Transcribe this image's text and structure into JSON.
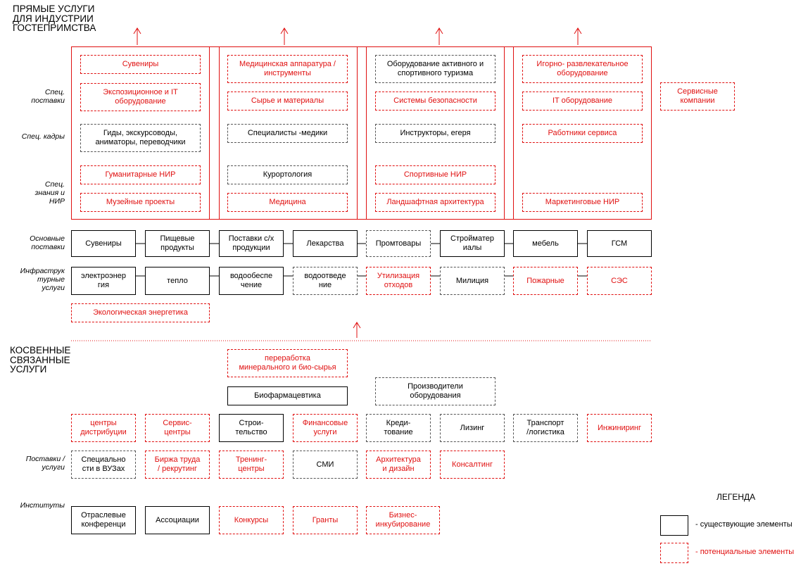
{
  "headers": {
    "direct": "ПРЯМЫЕ УСЛУГИ\nДЛЯ ИНДУСТРИИ\nГОСТЕПРИМСТВА",
    "indirect": "КОСВЕННЫЕ\nСВЯЗАННЫЕ\nУСЛУГИ"
  },
  "row_labels": {
    "spec_supply": "Спец.\nпоставки",
    "spec_staff": "Спец. кадры",
    "spec_knowledge": "Спец.\nзнания и\nНИР",
    "main_supply": "Основные\nпоставки",
    "infra": "Инфраструк\nтурные\nуслуги",
    "supply_services": "Поставки /\nуслуги",
    "institutes": "Институты"
  },
  "direct_columns": [
    {
      "items": [
        {
          "text": "Сувениры",
          "status": "potential"
        },
        {
          "text": "Экспозиционное  и IT\nоборудование",
          "status": "potential"
        },
        {
          "text": "Гиды, экскурсоводы,\nаниматоры,  переводчики",
          "status": "dashed"
        },
        {
          "text": "Гуманитарные НИР",
          "status": "potential"
        },
        {
          "text": "Музейные проекты",
          "status": "potential"
        }
      ]
    },
    {
      "items": [
        {
          "text": "Медицинская аппаратура /\nинструменты",
          "status": "potential"
        },
        {
          "text": "Сырье и материалы",
          "status": "potential"
        },
        {
          "text": "Специалисты -медики",
          "status": "dashed"
        },
        {
          "text": "Курортология",
          "status": "dashed"
        },
        {
          "text": "Медицина",
          "status": "potential"
        }
      ]
    },
    {
      "items": [
        {
          "text": "Оборудование активного и\nспортивного туризма",
          "status": "dashed"
        },
        {
          "text": "Системы безопасности",
          "status": "potential"
        },
        {
          "text": "Инструкторы, егеря",
          "status": "dashed"
        },
        {
          "text": "Спортивные НИР",
          "status": "potential"
        },
        {
          "text": "Ландшафтная архитектура",
          "status": "potential"
        }
      ]
    },
    {
      "items": [
        {
          "text": "Игорно- развлекательное\nоборудование",
          "status": "potential"
        },
        {
          "text": "IT оборудование",
          "status": "potential"
        },
        {
          "text": "Работники сервиса",
          "status": "potential"
        },
        {
          "text": "Маркетинговые НИР",
          "status": "potential"
        }
      ]
    }
  ],
  "service_companies": {
    "text": "Сервисные\nкомпании",
    "status": "potential"
  },
  "main_supply": [
    {
      "text": "Сувениры",
      "status": "existing"
    },
    {
      "text": "Пищевые\nпродукты",
      "status": "existing"
    },
    {
      "text": "Поставки с/х\nпродукции",
      "status": "existing"
    },
    {
      "text": "Лекарства",
      "status": "existing"
    },
    {
      "text": "Промтовары",
      "status": "dashed"
    },
    {
      "text": "Стройматер\nиалы",
      "status": "existing"
    },
    {
      "text": "мебель",
      "status": "existing"
    },
    {
      "text": "ГСМ",
      "status": "existing"
    }
  ],
  "infra": [
    {
      "text": "электроэнер\nгия",
      "status": "existing"
    },
    {
      "text": "тепло",
      "status": "existing"
    },
    {
      "text": "водообеспе\nчение",
      "status": "existing"
    },
    {
      "text": "водоотведе\nние",
      "status": "dashed"
    },
    {
      "text": "Утилизация\nотходов",
      "status": "potential"
    },
    {
      "text": "Милиция",
      "status": "dashed"
    },
    {
      "text": "Пожарные",
      "status": "potential"
    },
    {
      "text": "СЭС",
      "status": "potential"
    }
  ],
  "eco_energy": {
    "text": "Экологическая энергетика",
    "status": "potential"
  },
  "indirect_top": [
    {
      "text": "переработка\nминерального и био-сырья",
      "status": "potential"
    },
    {
      "text": "Биофармацевтика",
      "status": "existing"
    },
    {
      "text": "Производители\nоборудования",
      "status": "dashed"
    }
  ],
  "indirect_row1": [
    {
      "text": "центры\nдистрибуции",
      "status": "potential"
    },
    {
      "text": "Сервис-\nцентры",
      "status": "potential"
    },
    {
      "text": "Строи-\nтельство",
      "status": "existing"
    },
    {
      "text": "Финансовые\nуслуги",
      "status": "potential"
    },
    {
      "text": "Креди-\nтование",
      "status": "dashed"
    },
    {
      "text": "Лизинг",
      "status": "dashed"
    },
    {
      "text": "Транспорт\n/логистика",
      "status": "dashed"
    },
    {
      "text": "Инжиниринг",
      "status": "potential"
    }
  ],
  "indirect_row2": [
    {
      "text": "Специально\nсти в ВУЗах",
      "status": "dashed"
    },
    {
      "text": "Биржа труда\n/ рекрутинг",
      "status": "potential"
    },
    {
      "text": "Тренинг-\nцентры",
      "status": "potential"
    },
    {
      "text": "СМИ",
      "status": "dashed"
    },
    {
      "text": "Архитектура\nи дизайн",
      "status": "potential"
    },
    {
      "text": "Консалтинг",
      "status": "potential"
    }
  ],
  "institutes": [
    {
      "text": "Отраслевые\nконференци",
      "status": "existing"
    },
    {
      "text": "Ассоциации",
      "status": "existing"
    },
    {
      "text": "Конкурсы",
      "status": "potential"
    },
    {
      "text": "Гранты",
      "status": "potential"
    },
    {
      "text": "Бизнес-\nинкубирование",
      "status": "potential"
    }
  ],
  "legend": {
    "title": "ЛЕГЕНДА",
    "existing": "- существующие элементы",
    "potential": "- потенциальные элементы",
    "existing_color": "#000000",
    "potential_color": "#e01010"
  }
}
